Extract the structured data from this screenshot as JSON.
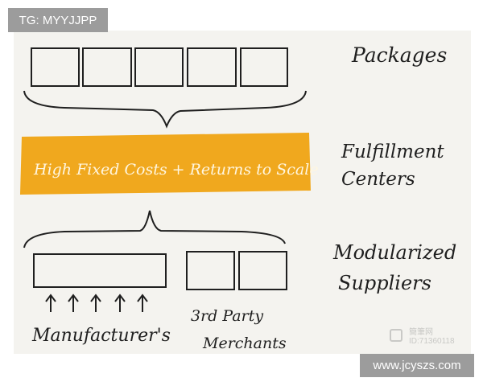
{
  "watermark": {
    "tag": "TG: MYYJJPP",
    "site": "www.jcyszs.com",
    "id_name": "簡筆网",
    "id_number": "ID:71360118"
  },
  "diagram": {
    "layers": {
      "packages": "Packages",
      "fulfillment_line1": "Fulfillment",
      "fulfillment_line2": "Centers",
      "suppliers_line1": "Modularized",
      "suppliers_line2": "Suppliers"
    },
    "band": {
      "text": "High Fixed Costs + Returns to Scale",
      "color": "#f0a81e"
    },
    "supplier_groups": {
      "manufacturers": "Manufacturer's",
      "third_party_line1": "3rd Party",
      "third_party_line2": "Merchants"
    },
    "package_count": 5,
    "arrow_count": 5
  }
}
